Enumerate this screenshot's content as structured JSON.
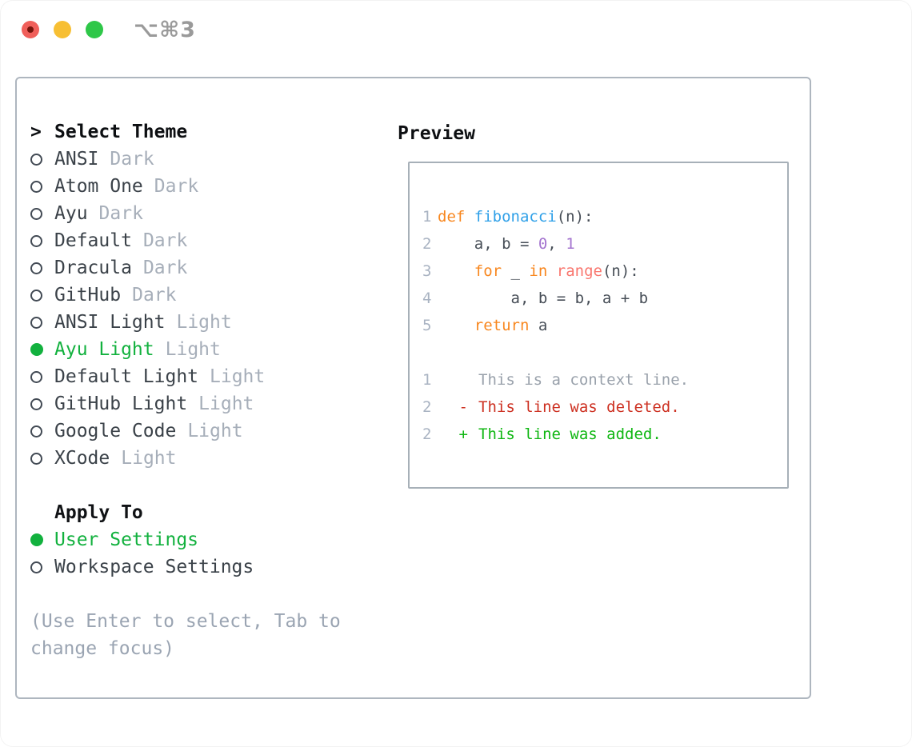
{
  "window": {
    "title": "⌥⌘3",
    "traffic_lights": [
      {
        "name": "close",
        "color": "#f05f5a",
        "has_dot": true
      },
      {
        "name": "minimize",
        "color": "#f7bf33",
        "has_dot": false
      },
      {
        "name": "zoom",
        "color": "#2ec748",
        "has_dot": false
      }
    ]
  },
  "colors": {
    "accent_green": "#12b13e",
    "diff_added": "#10b713",
    "diff_deleted": "#cd3122",
    "context_gray": "#99a1ab",
    "line_number": "#a9b3c2",
    "keyword_orange": "#f8871f",
    "function_blue": "#2fa0e8",
    "call_coral": "#f9776f",
    "number_purple": "#a475cf",
    "code_fg": "#474e57",
    "text_fg": "#3b4249",
    "muted": "#a6aeb9",
    "hint": "#9aa4b2",
    "border": "#aeb6bf"
  },
  "left_panel": {
    "prompt": ">",
    "heading": "Select Theme",
    "themes": [
      {
        "name": "ANSI",
        "tag": "Dark",
        "selected": false
      },
      {
        "name": "Atom One",
        "tag": "Dark",
        "selected": false
      },
      {
        "name": "Ayu",
        "tag": "Dark",
        "selected": false
      },
      {
        "name": "Default",
        "tag": "Dark",
        "selected": false
      },
      {
        "name": "Dracula",
        "tag": "Dark",
        "selected": false
      },
      {
        "name": "GitHub",
        "tag": "Dark",
        "selected": false
      },
      {
        "name": "ANSI Light",
        "tag": "Light",
        "selected": false
      },
      {
        "name": "Ayu Light",
        "tag": "Light",
        "selected": true
      },
      {
        "name": "Default Light",
        "tag": "Light",
        "selected": false
      },
      {
        "name": "GitHub Light",
        "tag": "Light",
        "selected": false
      },
      {
        "name": "Google Code",
        "tag": "Light",
        "selected": false
      },
      {
        "name": "XCode",
        "tag": "Light",
        "selected": false
      }
    ],
    "apply_to": {
      "heading": "Apply To",
      "options": [
        {
          "name": "User Settings",
          "selected": true
        },
        {
          "name": "Workspace Settings",
          "selected": false
        }
      ]
    },
    "hint": "(Use Enter to select, Tab to change focus)"
  },
  "preview": {
    "heading": "Preview",
    "code_lines": [
      {
        "num": "1",
        "tokens": [
          {
            "t": "def",
            "c": "keyword"
          },
          {
            "t": " ",
            "c": "fg"
          },
          {
            "t": "fibonacci",
            "c": "function"
          },
          {
            "t": "(n):",
            "c": "fg"
          }
        ]
      },
      {
        "num": "2",
        "tokens": [
          {
            "t": "    a, b = ",
            "c": "fg"
          },
          {
            "t": "0",
            "c": "number"
          },
          {
            "t": ", ",
            "c": "fg"
          },
          {
            "t": "1",
            "c": "number"
          }
        ]
      },
      {
        "num": "3",
        "tokens": [
          {
            "t": "    ",
            "c": "fg"
          },
          {
            "t": "for",
            "c": "keyword"
          },
          {
            "t": " _ ",
            "c": "fg"
          },
          {
            "t": "in",
            "c": "keyword"
          },
          {
            "t": " ",
            "c": "fg"
          },
          {
            "t": "range",
            "c": "call"
          },
          {
            "t": "(n):",
            "c": "fg"
          }
        ]
      },
      {
        "num": "4",
        "tokens": [
          {
            "t": "        a, b = b, a + b",
            "c": "fg"
          }
        ]
      },
      {
        "num": "5",
        "tokens": [
          {
            "t": "    ",
            "c": "fg"
          },
          {
            "t": "return",
            "c": "keyword"
          },
          {
            "t": " a",
            "c": "fg"
          }
        ]
      }
    ],
    "diff_lines": [
      {
        "num": "1",
        "marker": "",
        "text": "This is a context line.",
        "type": "context"
      },
      {
        "num": "2",
        "marker": "-",
        "text": "This line was deleted.",
        "type": "deleted"
      },
      {
        "num": "2",
        "marker": "+",
        "text": "This line was added.",
        "type": "added"
      }
    ]
  }
}
